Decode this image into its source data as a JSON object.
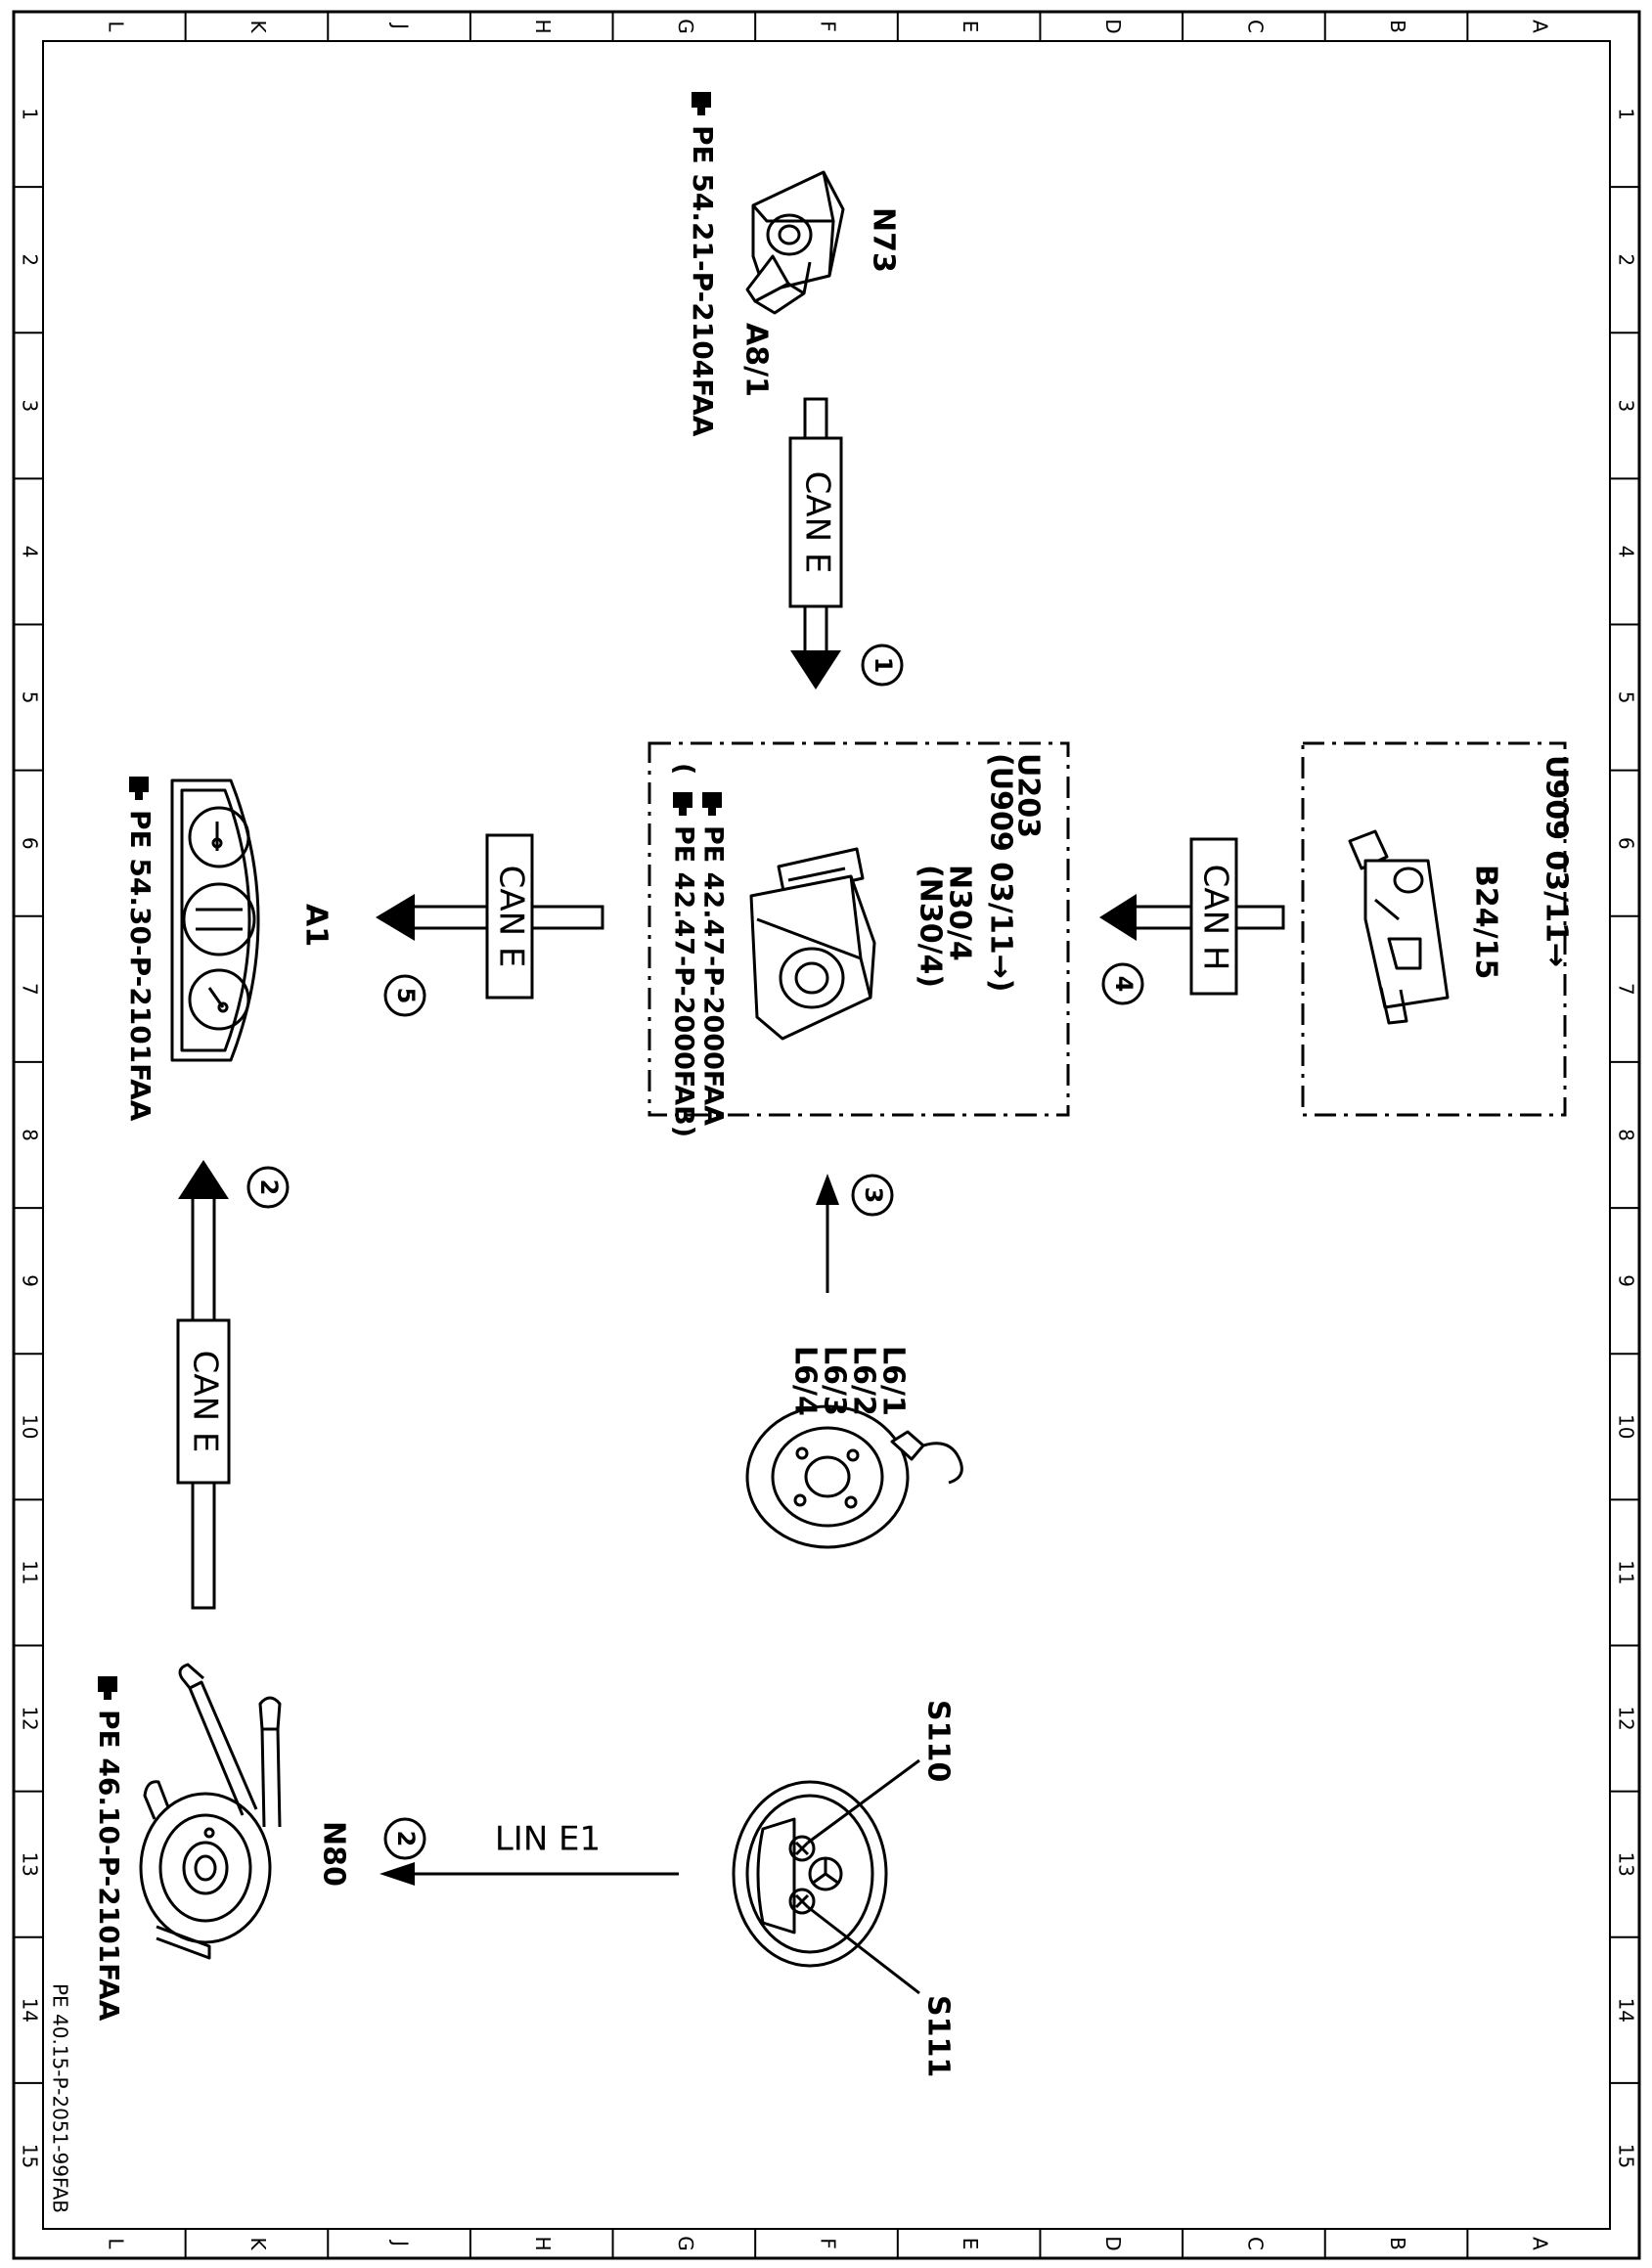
{
  "frame": {
    "columns": [
      "L",
      "K",
      "J",
      "H",
      "G",
      "F",
      "E",
      "D",
      "C",
      "B",
      "A"
    ],
    "rows": [
      "1",
      "2",
      "3",
      "4",
      "5",
      "6",
      "7",
      "8",
      "9",
      "10",
      "11",
      "12",
      "13",
      "14",
      "15"
    ],
    "drawing_number": "PE 40.15-P-2051-99FAB"
  },
  "components": {
    "n73": {
      "id": "N73",
      "sub": "A8/1",
      "ref": "PE  54.21-P-2104FAA"
    },
    "u203": {
      "line1": "U203",
      "line2": "(U909  03/11→)",
      "line3": "N30/4",
      "line4": "(N30/4)",
      "ref1": "PE  42.47-P-2000FAA",
      "ref2": "PE  42.47-P-2000FAB)",
      "ref2_prefix": "("
    },
    "u909": {
      "line1": "U909  03/11→",
      "line2": "B24/15"
    },
    "a1": {
      "id": "A1",
      "ref": "PE  54.30-P-2101FAA"
    },
    "sensors": {
      "l1": "L6/1",
      "l2": "L6/2",
      "l3": "L6/3",
      "l4": "L6/4"
    },
    "steering": {
      "s110": "S110",
      "s111": "S111"
    },
    "n80": {
      "id": "N80",
      "ref": "PE  46.10-P-2101FAA"
    }
  },
  "buses": {
    "can_e_top": "CAN E",
    "can_h": "CAN H",
    "can_e_mid": "CAN E",
    "can_e_left": "CAN E",
    "lin": "LIN  E1"
  },
  "markers": {
    "m1": "1",
    "m2a": "2",
    "m2b": "2",
    "m3": "3",
    "m4": "4",
    "m5": "5"
  }
}
